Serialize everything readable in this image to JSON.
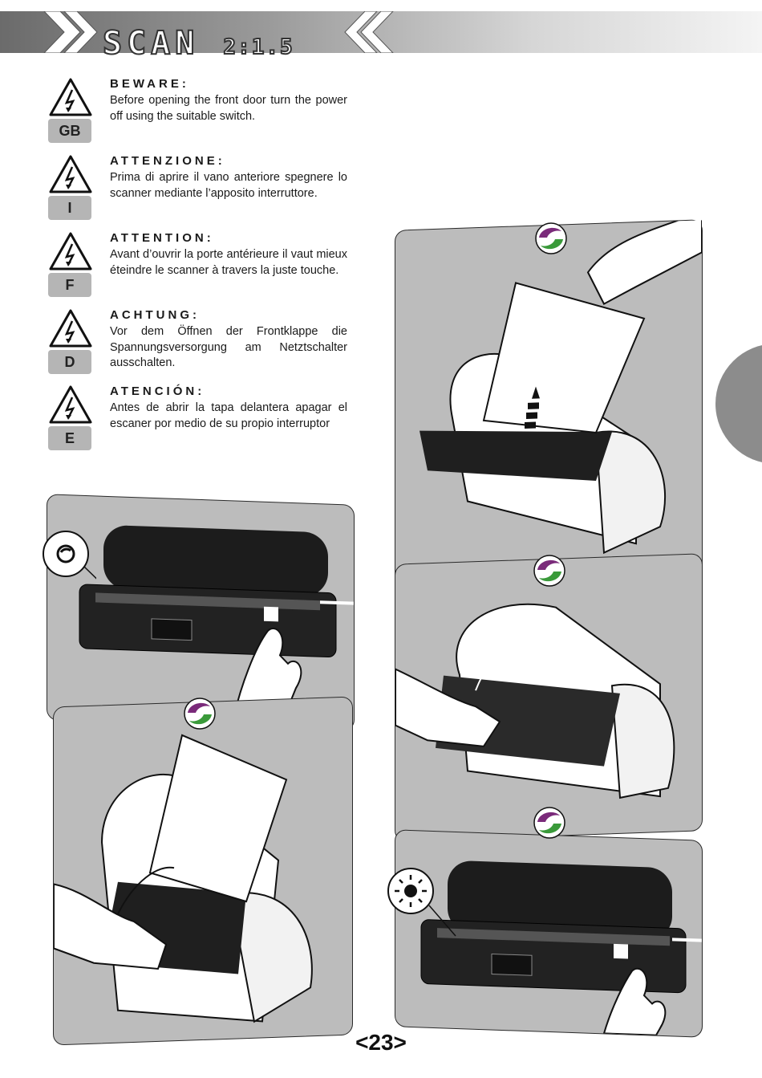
{
  "header": {
    "logo_main": "SCAN",
    "logo_model": "2:1.5"
  },
  "warnings": [
    {
      "lang": "GB",
      "title": "BEWARE:",
      "text": "Before opening the front door turn the power off using the suitable switch."
    },
    {
      "lang": "I",
      "title": "ATTENZIONE:",
      "text": "Prima di aprire il vano anteriore spegnere lo scanner mediante l’apposito interruttore."
    },
    {
      "lang": "F",
      "title": "ATTENTION:",
      "text": "Avant d’ouvrir la porte antérieure il vaut mieux éteindre le scanner à travers la juste touche."
    },
    {
      "lang": "D",
      "title": "ACHTUNG:",
      "text": "Vor dem Öffnen der Frontklappe die Spannungsversorgung am Netztschalter ausschalten."
    },
    {
      "lang": "E",
      "title": "ATENCIÓN:",
      "text": "Antes de abrir la tapa delantera apagar el escaner  por medio de  su propio interruptor"
    }
  ],
  "icons": {
    "warning": "electric-hazard-icon",
    "switch_off": "power-off-icon",
    "switch_on": "power-on-icon",
    "step": "step-marker-icon",
    "scanner": "scanner-illustration"
  },
  "colors": {
    "panel": "#bcbcbc",
    "badge": "#b5b5b5",
    "step_green": "#3a9a3a",
    "step_purple": "#7a2a7a"
  },
  "page_number": "<23>"
}
